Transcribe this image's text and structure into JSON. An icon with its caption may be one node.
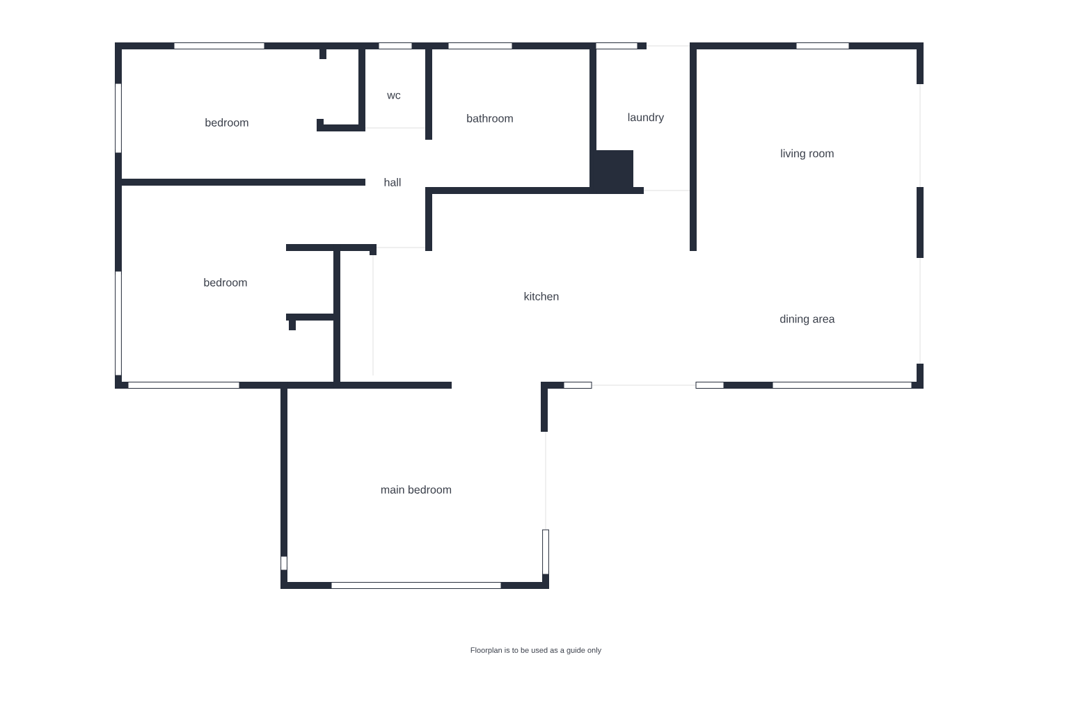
{
  "diagram": {
    "labels": [
      "bedroom",
      "wc",
      "bathroom",
      "laundry",
      "living room",
      "hall",
      "bedroom",
      "kitchen",
      "dining area",
      "main bedroom",
      "Floorplan is to be used as a guide only"
    ]
  }
}
